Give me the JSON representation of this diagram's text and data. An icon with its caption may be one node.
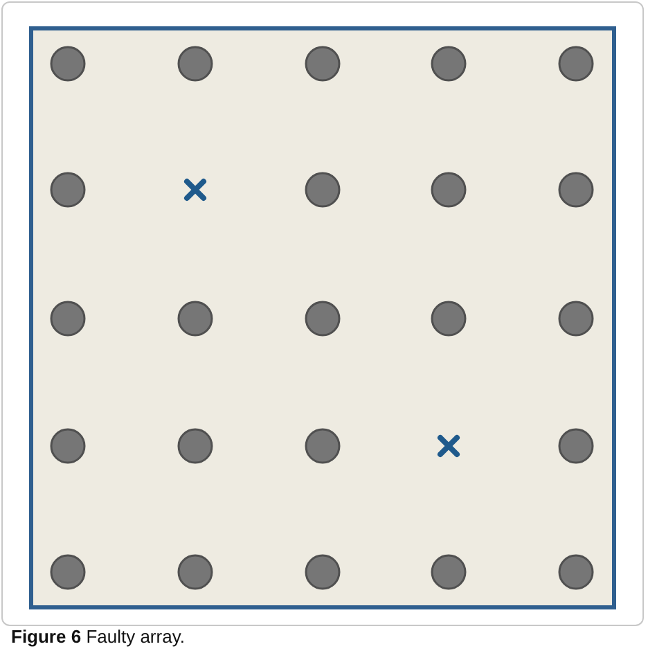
{
  "diagram": {
    "caption": "**Figure 6** Faulty array.",
    "nodes": [
      {
        "text": [],
        "shape": "box"
      },
      {
        "text": [],
        "shape": "circle",
        "in": 0
      },
      {
        "text": [],
        "shape": "circle",
        "in": 0
      },
      {
        "text": [],
        "shape": "circle",
        "in": 0
      },
      {
        "text": [],
        "shape": "circle",
        "in": 0
      },
      {
        "text": [],
        "shape": "circle",
        "in": 0
      },
      {
        "text": [],
        "shape": "circle",
        "in": 0
      },
      {
        "text": [],
        "shape": "cross",
        "in": 0
      },
      {
        "text": [],
        "shape": "circle",
        "in": 0
      },
      {
        "text": [],
        "shape": "circle",
        "in": 0
      },
      {
        "text": [],
        "shape": "circle",
        "in": 0
      },
      {
        "text": [],
        "shape": "circle",
        "in": 0
      },
      {
        "text": [],
        "shape": "circle",
        "in": 0
      },
      {
        "text": [],
        "shape": "circle",
        "in": 0
      },
      {
        "text": [],
        "shape": "circle",
        "in": 0
      },
      {
        "text": [],
        "shape": "circle",
        "in": 0
      },
      {
        "text": [],
        "shape": "circle",
        "in": 0
      },
      {
        "text": [],
        "shape": "circle",
        "in": 0
      },
      {
        "text": [],
        "shape": "circle",
        "in": 0
      },
      {
        "text": [],
        "shape": "cross",
        "in": 0
      },
      {
        "text": [],
        "shape": "circle",
        "in": 0
      },
      {
        "text": [],
        "shape": "circle",
        "in": 0
      },
      {
        "text": [],
        "shape": "circle",
        "in": 0
      },
      {
        "text": [],
        "shape": "circle",
        "in": 0
      },
      {
        "text": [],
        "shape": "circle",
        "in": 0
      },
      {
        "text": [],
        "shape": "circle",
        "in": 0
      }
    ]
  }
}
